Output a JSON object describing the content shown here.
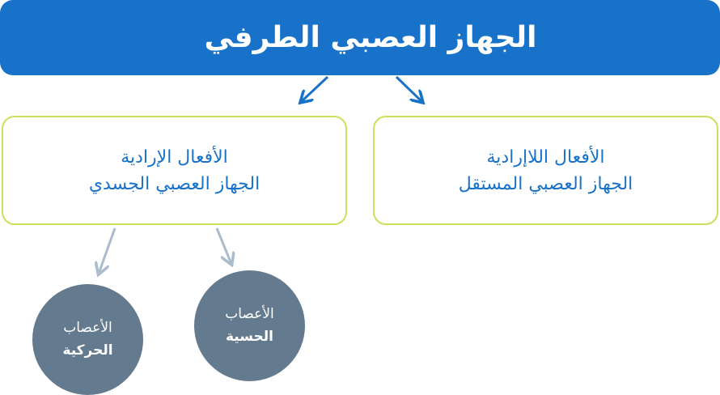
{
  "title": "الجهاز العصبي الطرفي",
  "voluntary": {
    "line1": "الأفعال الإرادية",
    "line2": "الجهاز العصبي الجسدي"
  },
  "involuntary": {
    "line1": "الأفعال اللاإرادية",
    "line2": "الجهاز العصبي المستقل"
  },
  "sensory": {
    "line1": "الأعصاب",
    "line2": "الحسية"
  },
  "motor": {
    "line1": "الأعصاب",
    "line2": "الحركية"
  },
  "colors": {
    "title_bg": "#1872c9",
    "box_border": "#c7e25c",
    "text_blue": "#1872c9",
    "circle_bg": "#647a8e",
    "arrow_blue": "#1872c9",
    "arrow_grey": "#aabccd"
  }
}
